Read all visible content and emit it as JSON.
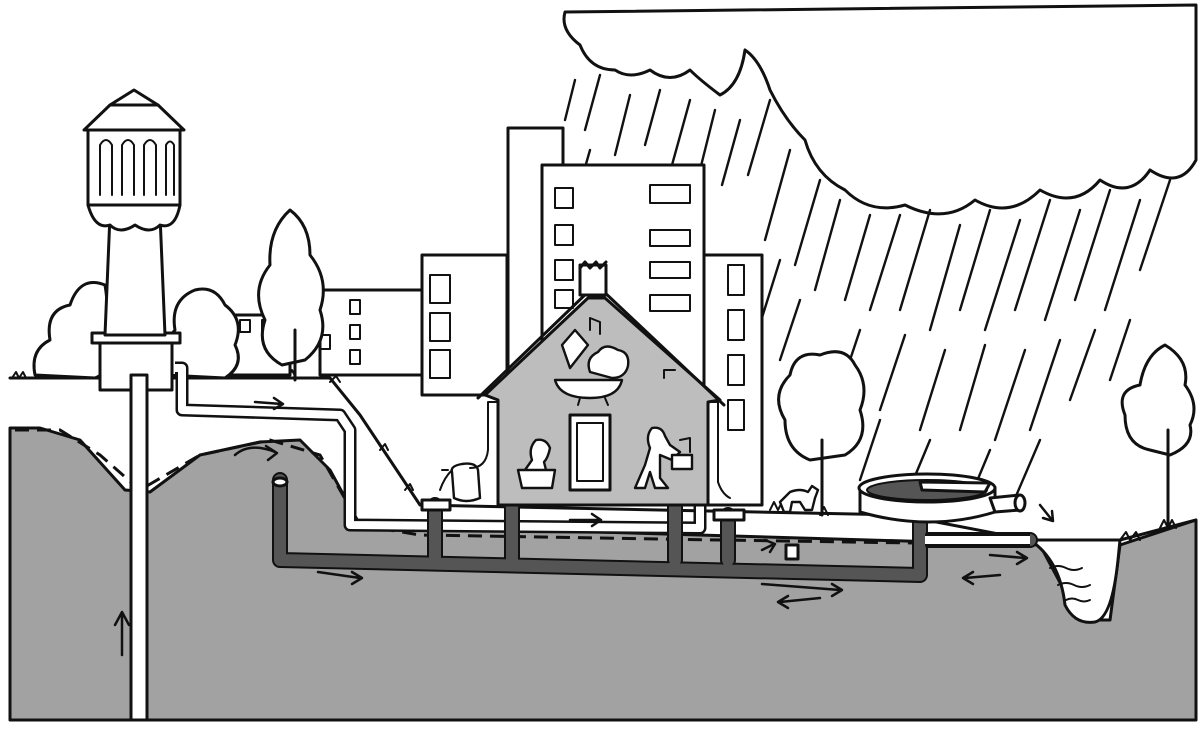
{
  "scene": {
    "colors": {
      "ground": "#a2a2a2",
      "pipe": "#555555",
      "house_interior": "#bdbdbd",
      "ink": "#111111",
      "paper": "#ffffff"
    },
    "elements": [
      "water-tower",
      "city-buildings",
      "house",
      "rain-cloud",
      "rain",
      "trees",
      "drinking-water-main",
      "sewer-pipe",
      "retention-tank",
      "ditch",
      "groundwater-line",
      "flow-arrows"
    ]
  }
}
